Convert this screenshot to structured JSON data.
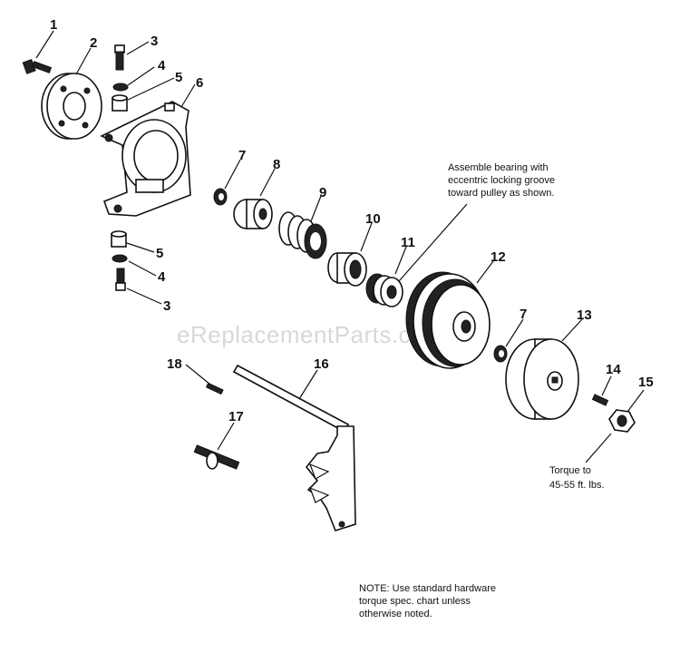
{
  "callouts": [
    {
      "id": "c1",
      "text": "1"
    },
    {
      "id": "c2",
      "text": "2"
    },
    {
      "id": "c3a",
      "text": "3"
    },
    {
      "id": "c4a",
      "text": "4"
    },
    {
      "id": "c5a",
      "text": "5"
    },
    {
      "id": "c6",
      "text": "6"
    },
    {
      "id": "c7a",
      "text": "7"
    },
    {
      "id": "c8",
      "text": "8"
    },
    {
      "id": "c9",
      "text": "9"
    },
    {
      "id": "c10",
      "text": "10"
    },
    {
      "id": "c11",
      "text": "11"
    },
    {
      "id": "c12",
      "text": "12"
    },
    {
      "id": "c5b",
      "text": "5"
    },
    {
      "id": "c4b",
      "text": "4"
    },
    {
      "id": "c3b",
      "text": "3"
    },
    {
      "id": "c7b",
      "text": "7"
    },
    {
      "id": "c13",
      "text": "13"
    },
    {
      "id": "c14",
      "text": "14"
    },
    {
      "id": "c15",
      "text": "15"
    },
    {
      "id": "c16",
      "text": "16"
    },
    {
      "id": "c17",
      "text": "17"
    },
    {
      "id": "c18",
      "text": "18"
    }
  ],
  "notes": {
    "bearing": [
      "Assemble bearing with",
      "eccentric locking groove",
      "toward pulley as shown."
    ],
    "torque": [
      "Torque to",
      "45-55 ft. lbs."
    ],
    "hardware": [
      "NOTE: Use standard hardware",
      "torque spec. chart unless",
      "otherwise noted."
    ]
  },
  "watermark": "eReplacementParts.com"
}
